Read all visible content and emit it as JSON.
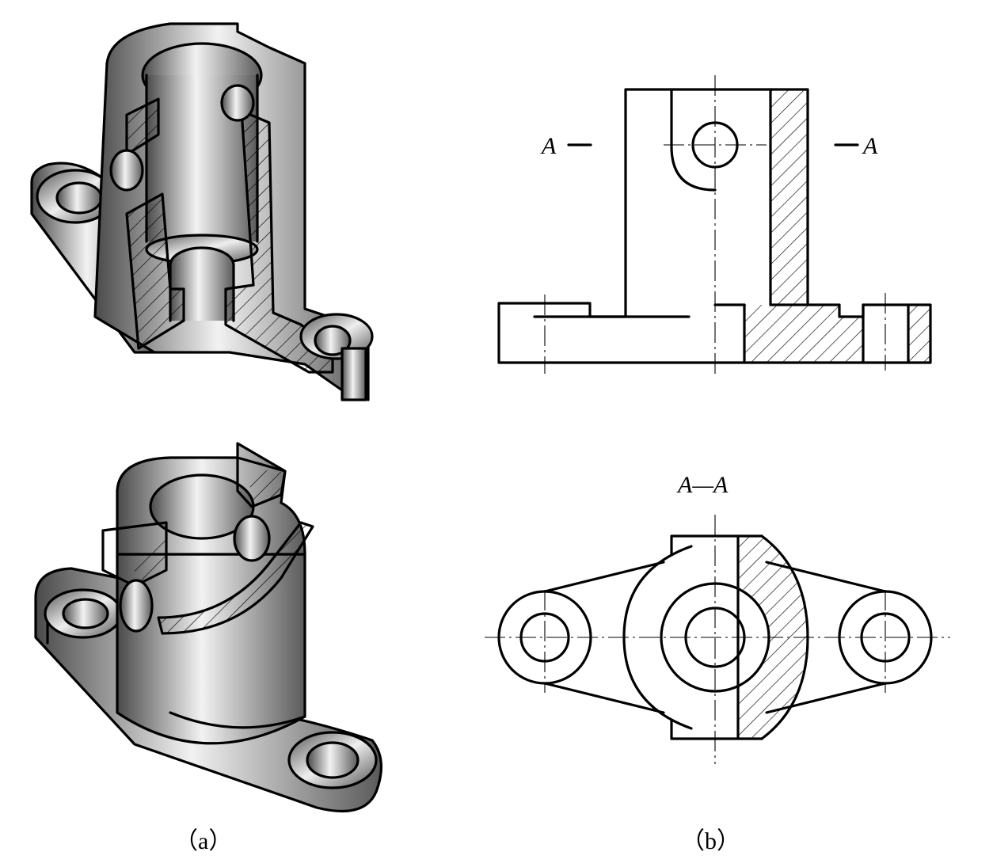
{
  "labels": {
    "fig_a": "（a）",
    "fig_b": "（b）",
    "section_left": "A",
    "section_right": "A",
    "section_view": "A—A"
  },
  "colors": {
    "line": "#000000",
    "shade_dark": "#4a4a4a",
    "shade_light": "#f2f2f2",
    "background": "#ffffff"
  }
}
